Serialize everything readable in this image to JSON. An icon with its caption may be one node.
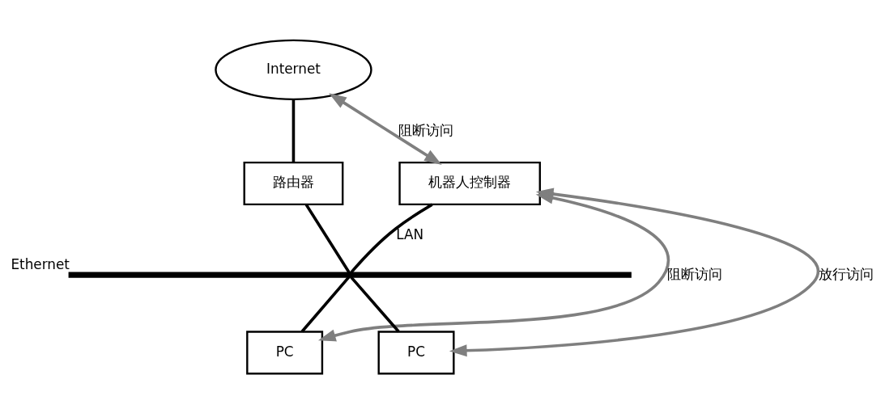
{
  "diagram": {
    "nodes": [
      {
        "text": [
          "Internet"
        ]
      },
      {
        "text": [
          "机器人控制器"
        ]
      },
      {
        "text": [
          "路由器"
        ]
      },
      {
        "text": [],
        "shape": "bar",
        "beside": [
          "Ethernet"
        ]
      },
      {
        "text": [
          "PC"
        ]
      },
      {
        "text": [
          "PC"
        ]
      }
    ],
    "edges": [
      {
        "from": 0,
        "to": 2,
        "arrow": "none"
      },
      {
        "from": 2,
        "to": 3,
        "arrow": "none"
      },
      {
        "from": 1,
        "to": 3,
        "arrow": "none",
        "label": "LAN"
      },
      {
        "from": 3,
        "to": 4,
        "arrow": "none"
      },
      {
        "from": 3,
        "to": 5,
        "arrow": "none"
      },
      {
        "from": 1,
        "to": 0,
        "arrow": "both",
        "label": "阻断访问",
        "color": "#7f7f7f"
      },
      {
        "from": 1,
        "to": 4,
        "arrow": "both",
        "label": "阻断访问",
        "color": "#7f7f7f"
      },
      {
        "from": 1,
        "to": 5,
        "arrow": "both",
        "label": "放行访问",
        "color": "#7f7f7f"
      }
    ]
  }
}
